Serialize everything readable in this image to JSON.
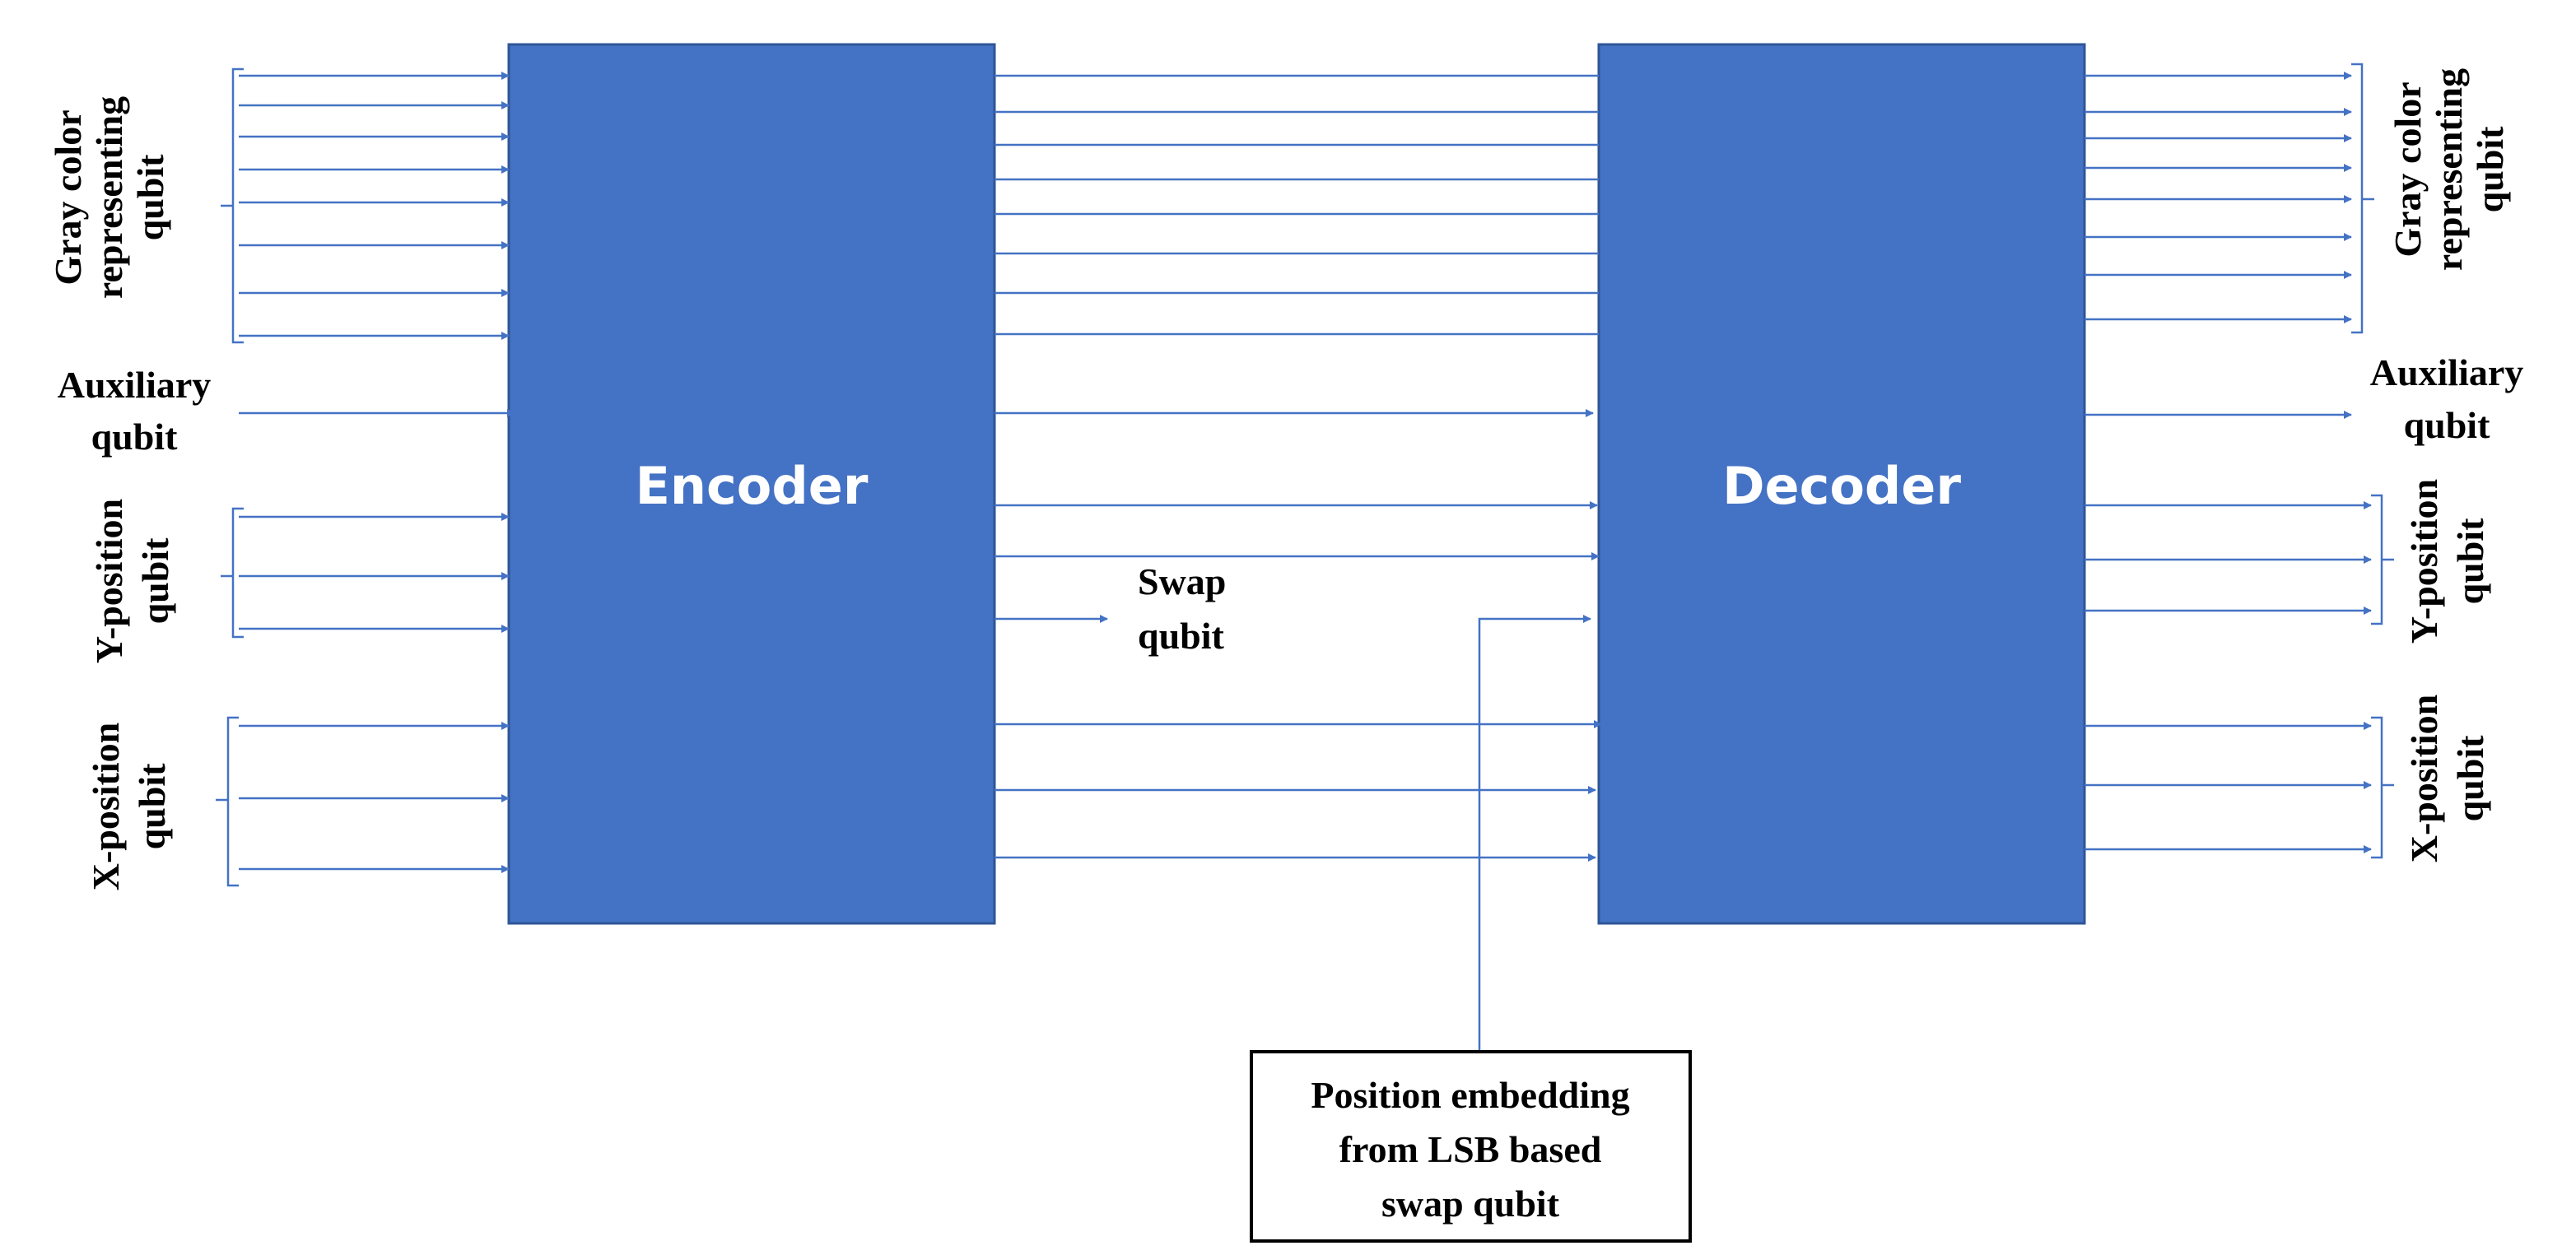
{
  "colors": {
    "block_fill": "#4472c4",
    "block_border": "#2f5597",
    "wire": "#4472c4",
    "text": "#000000",
    "note_border": "#000000"
  },
  "encoder": {
    "label": "Encoder"
  },
  "decoder": {
    "label": "Decoder"
  },
  "left_labels": {
    "gray": [
      "Gray color",
      "representing",
      "qubit"
    ],
    "auxiliary": [
      "Auxiliary",
      "qubit"
    ],
    "y_position": [
      "Y-position",
      "qubit"
    ],
    "x_position": [
      "X-position",
      "qubit"
    ]
  },
  "right_labels": {
    "gray": [
      "Gray color",
      "representing",
      "qubit"
    ],
    "auxiliary": [
      "Auxiliary",
      "qubit"
    ],
    "y_position": [
      "Y-position",
      "qubit"
    ],
    "x_position": [
      "X-position",
      "qubit"
    ]
  },
  "swap_label": [
    "Swap",
    "qubit"
  ],
  "note": [
    "Position embedding",
    "from LSB based",
    "swap qubit"
  ]
}
